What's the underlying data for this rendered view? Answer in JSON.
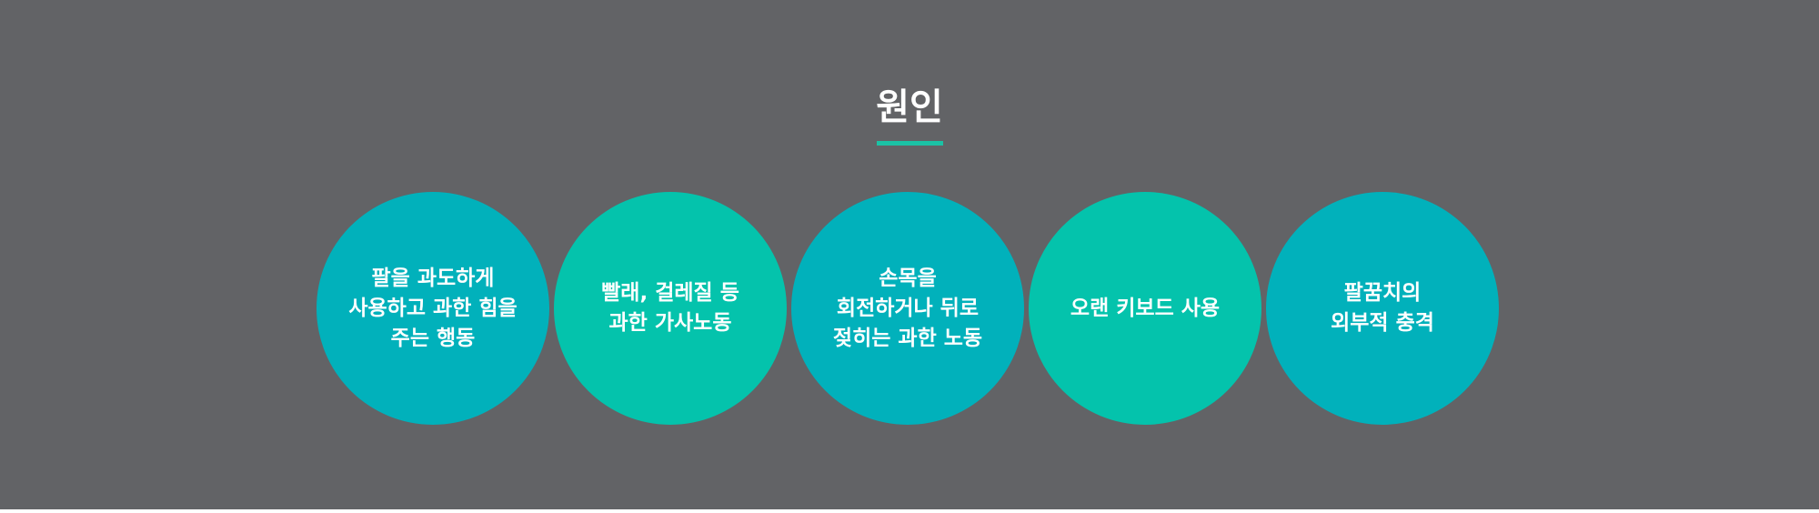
{
  "section": {
    "title": "원인"
  },
  "colors": {
    "background": "#626366",
    "accent": "#1bc2a5",
    "circle_teal": "#01b1bb",
    "circle_green": "#04c3ac"
  },
  "causes": [
    {
      "text": "팔을 과도하게\n사용하고 과한 힘을\n주는 행동"
    },
    {
      "text": "빨래, 걸레질 등\n과한 가사노동"
    },
    {
      "text": "손목을\n회전하거나 뒤로\n젖히는 과한 노동"
    },
    {
      "text": "오랜 키보드 사용"
    },
    {
      "text": "팔꿈치의\n외부적 충격"
    }
  ]
}
